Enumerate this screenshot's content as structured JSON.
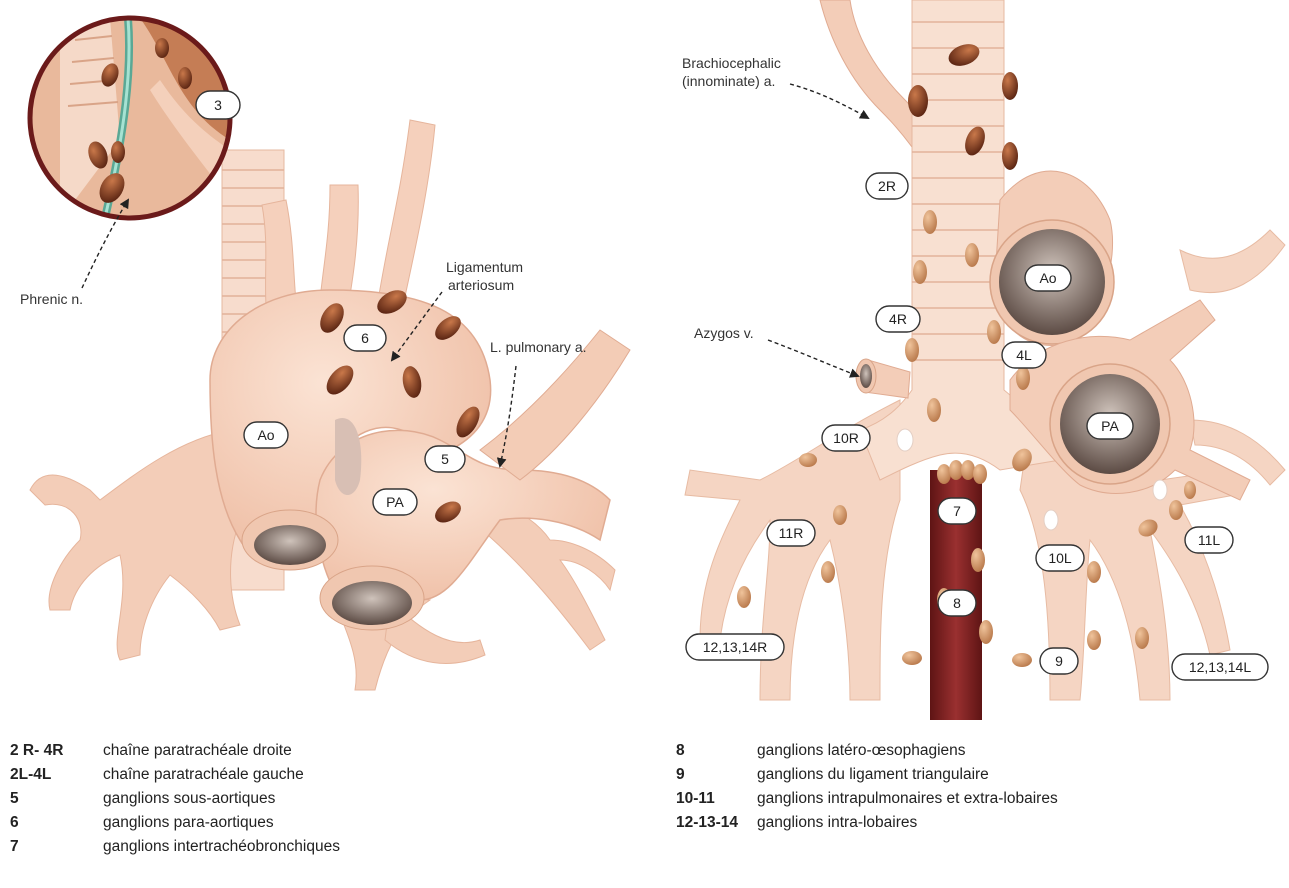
{
  "left_figure": {
    "labels": {
      "station_3": "3",
      "station_6": "6",
      "station_5": "5",
      "aorta": "Ao",
      "pulmonary_artery": "PA"
    },
    "annotations": {
      "phrenic": "Phrenic n.",
      "ligamentum_line1": "Ligamentum",
      "ligamentum_line2": "arteriosum",
      "l_pulmonary": "L. pulmonary a."
    }
  },
  "right_figure": {
    "labels": {
      "station_2R": "2R",
      "station_4R": "4R",
      "station_4L": "4L",
      "aorta": "Ao",
      "pulmonary_artery": "PA",
      "station_10R": "10R",
      "station_7": "7",
      "station_11R": "11R",
      "station_11L": "11L",
      "station_10L": "10L",
      "station_8": "8",
      "station_9": "9",
      "station_12R": "12,13,14R",
      "station_12L": "12,13,14L"
    },
    "annotations": {
      "brachio_line1": "Brachiocephalic",
      "brachio_line2": "(innominate) a.",
      "azygos": "Azygos v."
    }
  },
  "legend": {
    "left": [
      {
        "code": "2 R- 4R",
        "desc": "chaîne paratrachéale droite"
      },
      {
        "code": "2L-4L",
        "desc": "chaîne paratrachéale gauche"
      },
      {
        "code": "5",
        "desc": "ganglions sous-aortiques"
      },
      {
        "code": "6",
        "desc": "ganglions para-aortiques"
      },
      {
        "code": "7",
        "desc": "ganglions intertrachéobronchiques"
      }
    ],
    "right": [
      {
        "code": "8",
        "desc": "ganglions latéro-œsophagiens"
      },
      {
        "code": "9",
        "desc": "ganglions du ligament triangulaire"
      },
      {
        "code": "10-11",
        "desc": "ganglions intrapulmonaires et extra-lobaires"
      },
      {
        "code": "12-13-14",
        "desc": "ganglions intra-lobaires"
      }
    ]
  },
  "colors": {
    "tissue": "#f6d3c0",
    "tissue_dark": "#e8b39b",
    "node": "#7a3a1f",
    "node_light": "#c98a5a",
    "esophagus": "#7a1f1f",
    "vessel_inner": "#6b5a52",
    "nerve": "#6fc3b0"
  }
}
